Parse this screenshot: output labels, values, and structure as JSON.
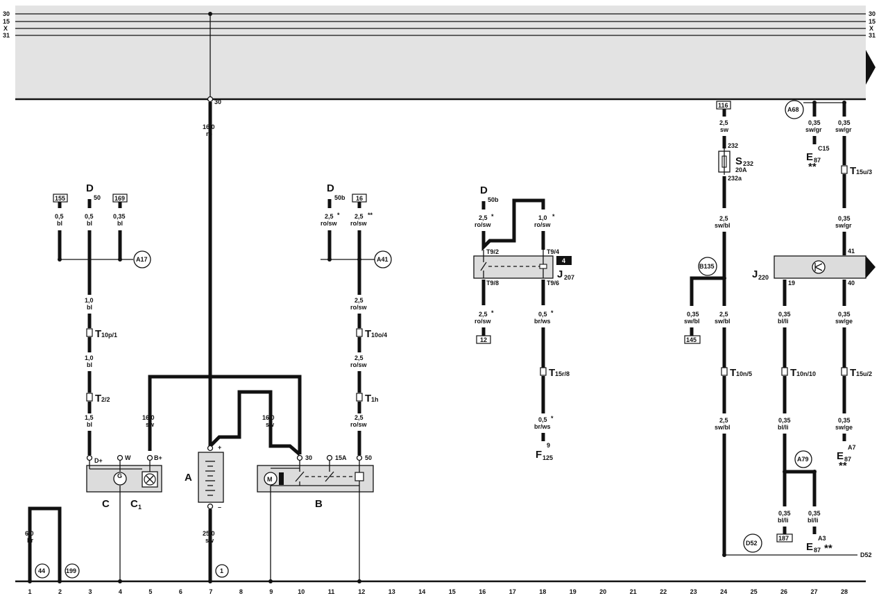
{
  "rails": {
    "left": [
      "30",
      "15",
      "X",
      "31"
    ],
    "right": [
      "30",
      "15",
      "X",
      "31"
    ]
  },
  "columns": [
    "1",
    "2",
    "3",
    "4",
    "5",
    "6",
    "7",
    "8",
    "9",
    "10",
    "11",
    "12",
    "13",
    "14",
    "15",
    "16",
    "17",
    "18",
    "19",
    "20",
    "21",
    "22",
    "23",
    "24",
    "25",
    "26",
    "27",
    "28"
  ],
  "components": {
    "A": "A",
    "B": "B",
    "C": "C",
    "C1_main": "C",
    "C1_sub": "1",
    "D1": "D",
    "D2": "D",
    "D3": "D",
    "J207_main": "J",
    "J207_sub": "207",
    "J220_main": "J",
    "J220_sub": "220",
    "S232_main": "S",
    "S232_sub": "232",
    "S232_amp": "20A",
    "F125_main": "F",
    "F125_sub": "125",
    "E87_1": "E",
    "E87_1_sub": "87",
    "E87_2": "E",
    "E87_2_sub": "87",
    "E87_3": "E",
    "E87_3_sub": "87"
  },
  "connectors": {
    "T10p1_m": "T",
    "T10p1_s": "10p/1",
    "T22_m": "T",
    "T22_s": "2/2",
    "T10o4_m": "T",
    "T10o4_s": "10o/4",
    "T1h_m": "T",
    "T1h_s": "1h",
    "T15r8_m": "T",
    "T15r8_s": "15r/8",
    "T10n5_m": "T",
    "T10n5_s": "10n/5",
    "T10n10_m": "T",
    "T10n10_s": "10n/10",
    "T15u2_m": "T",
    "T15u2_s": "15u/2",
    "T15u3_m": "T",
    "T15u3_s": "15u/3"
  },
  "refs": {
    "r155": "155",
    "r169": "169",
    "r16": "16",
    "r12": "12",
    "r116": "116",
    "r145": "145",
    "r187": "187",
    "r4": "4"
  },
  "circles": {
    "A17": "A17",
    "A41": "A41",
    "A68": "A68",
    "B135": "B135",
    "A79": "A79",
    "D52": "D52",
    "c44": "44",
    "c199": "199",
    "c1": "1"
  },
  "pins": {
    "p30top": "30",
    "p50": "50",
    "p50b1": "50b",
    "p50b2": "50b",
    "T92": "T9/2",
    "T94": "T9/4",
    "T98": "T9/8",
    "T96": "T9/6",
    "p232": "232",
    "p232a": "232a",
    "pC15": "C15",
    "p41": "41",
    "p19": "19",
    "p40": "40",
    "pDplus": "D+",
    "pW": "W",
    "pBplus": "B+",
    "pB30": "30",
    "pB15A": "15A",
    "pB50": "50",
    "pAplus": "+",
    "pAminus": "–",
    "pF9": "9",
    "pA7": "A7",
    "pA3": "A3",
    "pD52": "D52"
  },
  "wires": {
    "w1": [
      "16,0",
      "ro"
    ],
    "w2": [
      "0,5",
      "bl"
    ],
    "w3": [
      "0,5",
      "bl"
    ],
    "w4": [
      "0,35",
      "bl"
    ],
    "w5": [
      "1,0",
      "bl"
    ],
    "w6": [
      "1,0",
      "bl"
    ],
    "w7": [
      "1,5",
      "bl"
    ],
    "w8": [
      "16,0",
      "sw"
    ],
    "w9": [
      "16,0",
      "sw"
    ],
    "w10": [
      "2,5",
      "ro/sw"
    ],
    "w11": [
      "2,5",
      "ro/sw"
    ],
    "w12": [
      "2,5",
      "ro/sw"
    ],
    "w13": [
      "2,5",
      "ro/sw"
    ],
    "w14": [
      "2,5",
      "ro/sw"
    ],
    "w15": [
      "2,5",
      "ro/sw"
    ],
    "w16": [
      "1,0",
      "ro/sw"
    ],
    "w17": [
      "2,5",
      "ro/sw"
    ],
    "w18": [
      "0,5",
      "br/ws"
    ],
    "w19": [
      "0,5",
      "br/ws"
    ],
    "w20": [
      "2,5",
      "sw"
    ],
    "w21": [
      "2,5",
      "sw/bl"
    ],
    "w22": [
      "0,35",
      "sw/bl"
    ],
    "w23": [
      "2,5",
      "sw/bl"
    ],
    "w24": [
      "2,5",
      "sw/bl"
    ],
    "w25": [
      "0,35",
      "sw/gr"
    ],
    "w26": [
      "0,35",
      "sw/gr"
    ],
    "w27": [
      "0,35",
      "sw/gr"
    ],
    "w28": [
      "0,35",
      "bl/li"
    ],
    "w29": [
      "0,35",
      "bl/li"
    ],
    "w30": [
      "0,35",
      "bl/li"
    ],
    "w31": [
      "0,35",
      "bl/li"
    ],
    "w32": [
      "0,35",
      "sw/ge"
    ],
    "w33": [
      "0,35",
      "sw/ge"
    ],
    "w34": [
      "6,0",
      "br"
    ],
    "w35": [
      "25,0",
      "sw"
    ],
    "star1": "*",
    "star2": "**",
    "star3": "*",
    "star4": "*",
    "star5": "*",
    "star6": "*",
    "star7": "*",
    "star8": "**",
    "star9": "**",
    "star10": "**"
  }
}
